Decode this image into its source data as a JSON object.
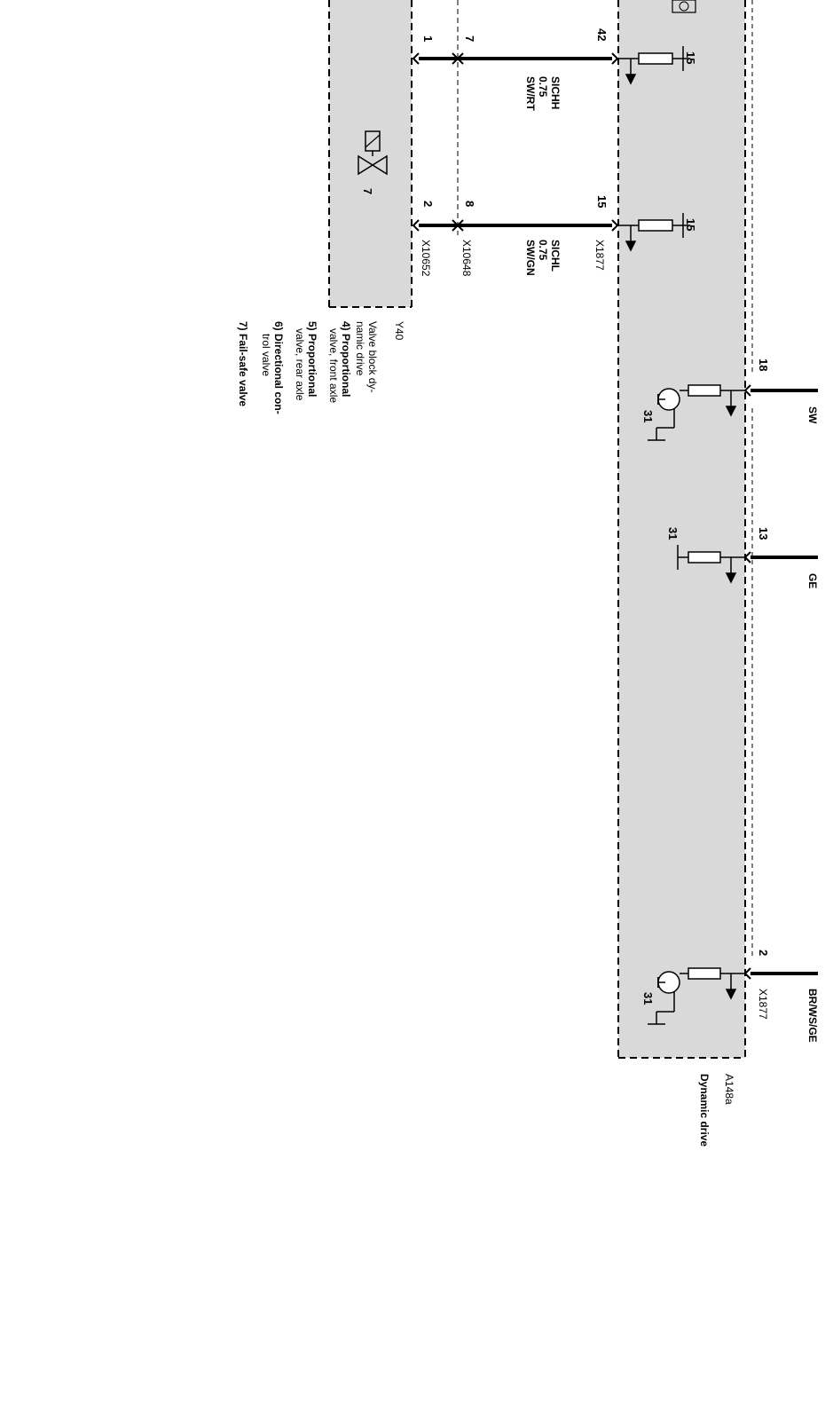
{
  "modules": {
    "a148a": {
      "id": "A148a",
      "name": "Dynamic drive"
    },
    "y40": {
      "id": "Y40",
      "description": [
        "Valve block dy-",
        "namic drive",
        "4) Proportional",
        "valve, front axle",
        "5) Proportional",
        "valve, rear axle",
        "6) Directional con-",
        "trol valve",
        "7) Fail-safe valve"
      ],
      "symbol_number": "7"
    }
  },
  "connectors": {
    "x1877_top": "X1877",
    "x10648": "X10648",
    "x10652": "X10652",
    "x1877_bottom": "X1877"
  },
  "pins": {
    "a148a_sichh": "42",
    "a148a_sichl": "15",
    "x10648_sichh": "7",
    "x10648_sichl": "8",
    "y40_sichh": "1",
    "y40_sichl": "2",
    "a148a_sw": "18",
    "a148a_ge": "13",
    "a148a_br": "2"
  },
  "wires": {
    "sichh": {
      "signal": "SICHH",
      "gauge": "0.75",
      "color": "SW/RT"
    },
    "sichl": {
      "signal": "SICHL",
      "gauge": "0.75",
      "color": "SW/GN"
    },
    "sw": {
      "color": "SW"
    },
    "ge": {
      "color": "GE"
    },
    "br": {
      "color": "BR/WS/GE"
    }
  },
  "potentials": {
    "sichh_supply": "15",
    "sichl_supply": "15",
    "sw_ground": "31",
    "ge_ground": "31",
    "br_ground": "31"
  },
  "colors": {
    "module_fill": "#d9d9d9",
    "line": "#000000",
    "background": "#ffffff"
  }
}
